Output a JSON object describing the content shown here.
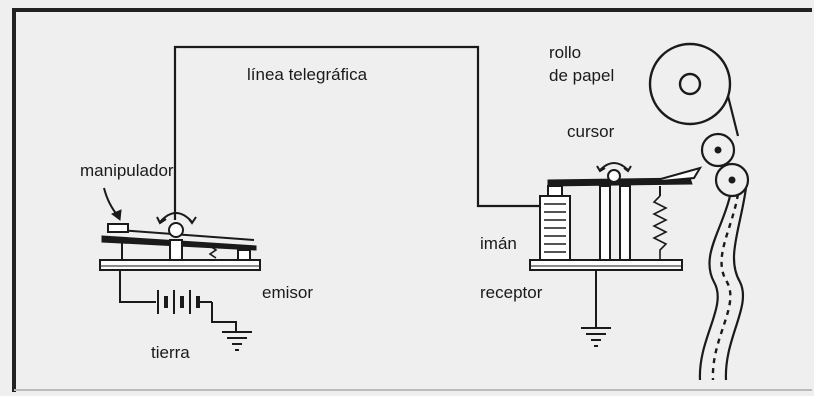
{
  "labels": {
    "linea": "línea telegráfica",
    "rollo_1": "rollo",
    "rollo_2": "de papel",
    "cursor": "cursor",
    "manipulador": "manipulador",
    "iman": "imán",
    "emisor": "emisor",
    "receptor": "receptor",
    "tierra": "tierra"
  },
  "colors": {
    "background": "#efefef",
    "ink": "#1a1a1a",
    "frame": "#222222"
  }
}
